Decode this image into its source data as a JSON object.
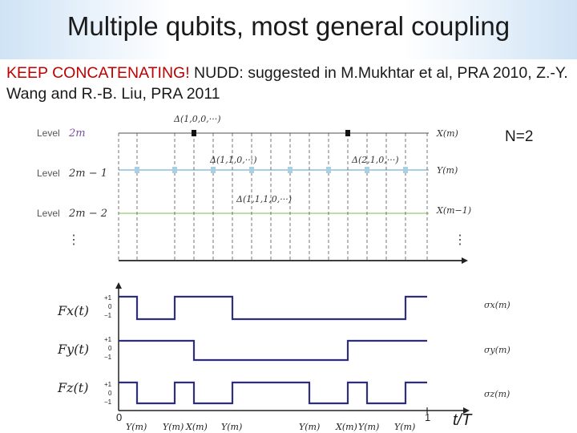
{
  "slide": {
    "title": "Multiple qubits, most general coupling",
    "subtitle_red": "KEEP CONCATENATING!",
    "subtitle_rest": " NUDD: suggested in M.Mukhtar et al, PRA 2010,  Z.-Y. Wang and R.-B. Liu, PRA 2011",
    "n_label": "N=2",
    "time_label": "t/T"
  },
  "diagram": {
    "levels": [
      {
        "word": "Level",
        "expr": "2m",
        "color": "#7b4fa0"
      },
      {
        "word": "Level",
        "expr": "2m − 1",
        "color": "#4a90b8"
      },
      {
        "word": "Level",
        "expr": "2m − 2",
        "color": "#6aa63c"
      }
    ],
    "level_symbols": [
      "X(m)",
      "Y(m)",
      "X(m−1)"
    ],
    "level_symbol_colors": [
      "#7b4fa0",
      "#4a90b8",
      "#6aa63c"
    ],
    "ellipsis": "⋮",
    "deltas": [
      "Δ(1,0,0,···)",
      "Δ(1,1,0,···)",
      "Δ(2,1,0,···)",
      "Δ(1,1,1,0,···)"
    ],
    "functions": [
      "Fx(t)",
      "Fy(t)",
      "Fz(t)"
    ],
    "sigmas": [
      "σx(m)",
      "σy(m)",
      "σz(m)"
    ],
    "tick_labels": [
      "+1",
      "0",
      "−1"
    ],
    "axis_start": "0",
    "axis_end": "1",
    "bottom_labels": [
      "Y(m)",
      "Y(m)",
      "X(m)",
      "Y(m)",
      "Y(m)",
      "X(m)",
      "Y(m)",
      "Y(m)"
    ],
    "trace_color": "#2e2e7a"
  }
}
